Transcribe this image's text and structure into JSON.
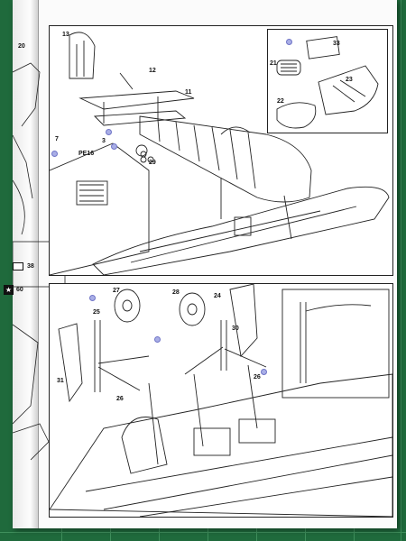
{
  "step1": {
    "parts": [
      "13",
      "12",
      "11",
      "29",
      "PE16",
      "3",
      "7"
    ]
  },
  "inset": {
    "parts": [
      "33",
      "21",
      "23",
      "22"
    ]
  },
  "step2": {
    "parts": [
      "27",
      "28",
      "24",
      "25",
      "30",
      "31",
      "26",
      "26"
    ]
  },
  "left_margin": {
    "parts": [
      "20",
      "38",
      "60"
    ]
  }
}
